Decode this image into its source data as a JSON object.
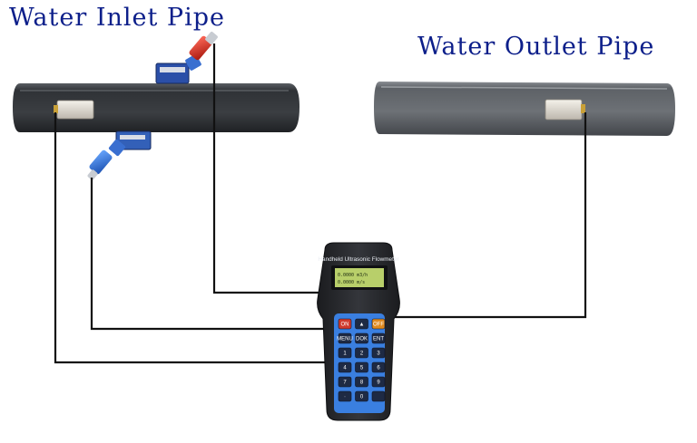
{
  "labels": {
    "inlet": "Water Inlet Pipe",
    "outlet": "Water Outlet Pipe"
  },
  "meter": {
    "brand": "Handheld Ultrasonic Flowmeter",
    "screen_line_1": "0.0000 m3/h",
    "screen_line_2": "0.0000 m/s",
    "keys": [
      {
        "label": "ON",
        "color": "#d03a2c"
      },
      {
        "label": "▲",
        "color": "#2a6fd6"
      },
      {
        "label": "OFF",
        "color": "#e08a1e"
      },
      {
        "label": "MENU",
        "color": "#2a6fd6"
      },
      {
        "label": "DOK",
        "color": "#2a6fd6"
      },
      {
        "label": "ENT",
        "color": "#2a6fd6"
      },
      {
        "label": "1",
        "color": "#2a6fd6"
      },
      {
        "label": "2",
        "color": "#2a6fd6"
      },
      {
        "label": "3",
        "color": "#2a6fd6"
      },
      {
        "label": "4",
        "color": "#2a6fd6"
      },
      {
        "label": "5",
        "color": "#2a6fd6"
      },
      {
        "label": "6",
        "color": "#2a6fd6"
      },
      {
        "label": "7",
        "color": "#2a6fd6"
      },
      {
        "label": "8",
        "color": "#2a6fd6"
      },
      {
        "label": "9",
        "color": "#2a6fd6"
      },
      {
        "label": "·",
        "color": "#2a6fd6"
      },
      {
        "label": "0",
        "color": "#2a6fd6"
      },
      {
        "label": "",
        "color": "#1a1a1a"
      }
    ]
  },
  "colors": {
    "label_text": "#0d1f8a",
    "pipe": "#3a3d41",
    "cable": "#111111",
    "meter_body": "#2a2c30",
    "keypad_panel": "#3a7fe0",
    "lcd": "#b8cf6a"
  }
}
